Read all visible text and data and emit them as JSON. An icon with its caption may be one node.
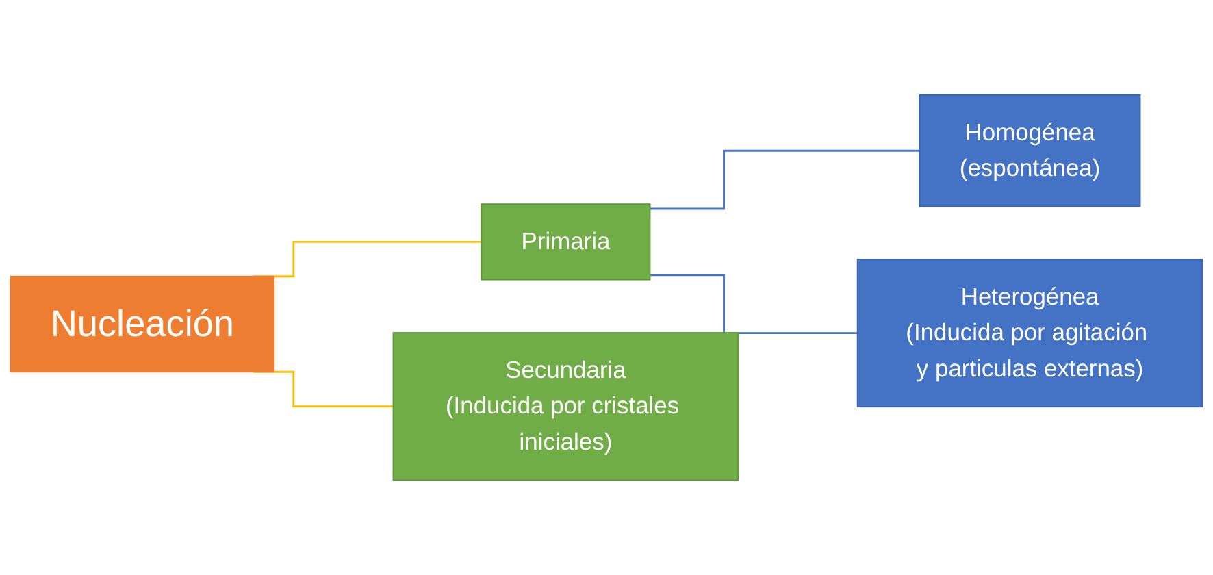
{
  "diagram": {
    "nodes": [
      {
        "text": [
          "Nucleación"
        ]
      },
      {
        "text": [
          "Primaria"
        ]
      },
      {
        "text": [
          "Secundaria",
          "(Inducida por cristales iniciales)"
        ]
      },
      {
        "text": [
          "Homogénea",
          "(espontánea)"
        ]
      },
      {
        "text": [
          "Heterogénea",
          "(Inducida por agitación y particulas externas)"
        ]
      }
    ],
    "edges": [
      {
        "from": 0,
        "to": 1,
        "arrow": "none",
        "color": "#ffc000"
      },
      {
        "from": 0,
        "to": 2,
        "arrow": "none",
        "color": "#ffc000"
      },
      {
        "from": 1,
        "to": 3,
        "arrow": "none",
        "color": "#4472c4"
      },
      {
        "from": 1,
        "to": 4,
        "arrow": "none",
        "color": "#4472c4"
      }
    ]
  }
}
